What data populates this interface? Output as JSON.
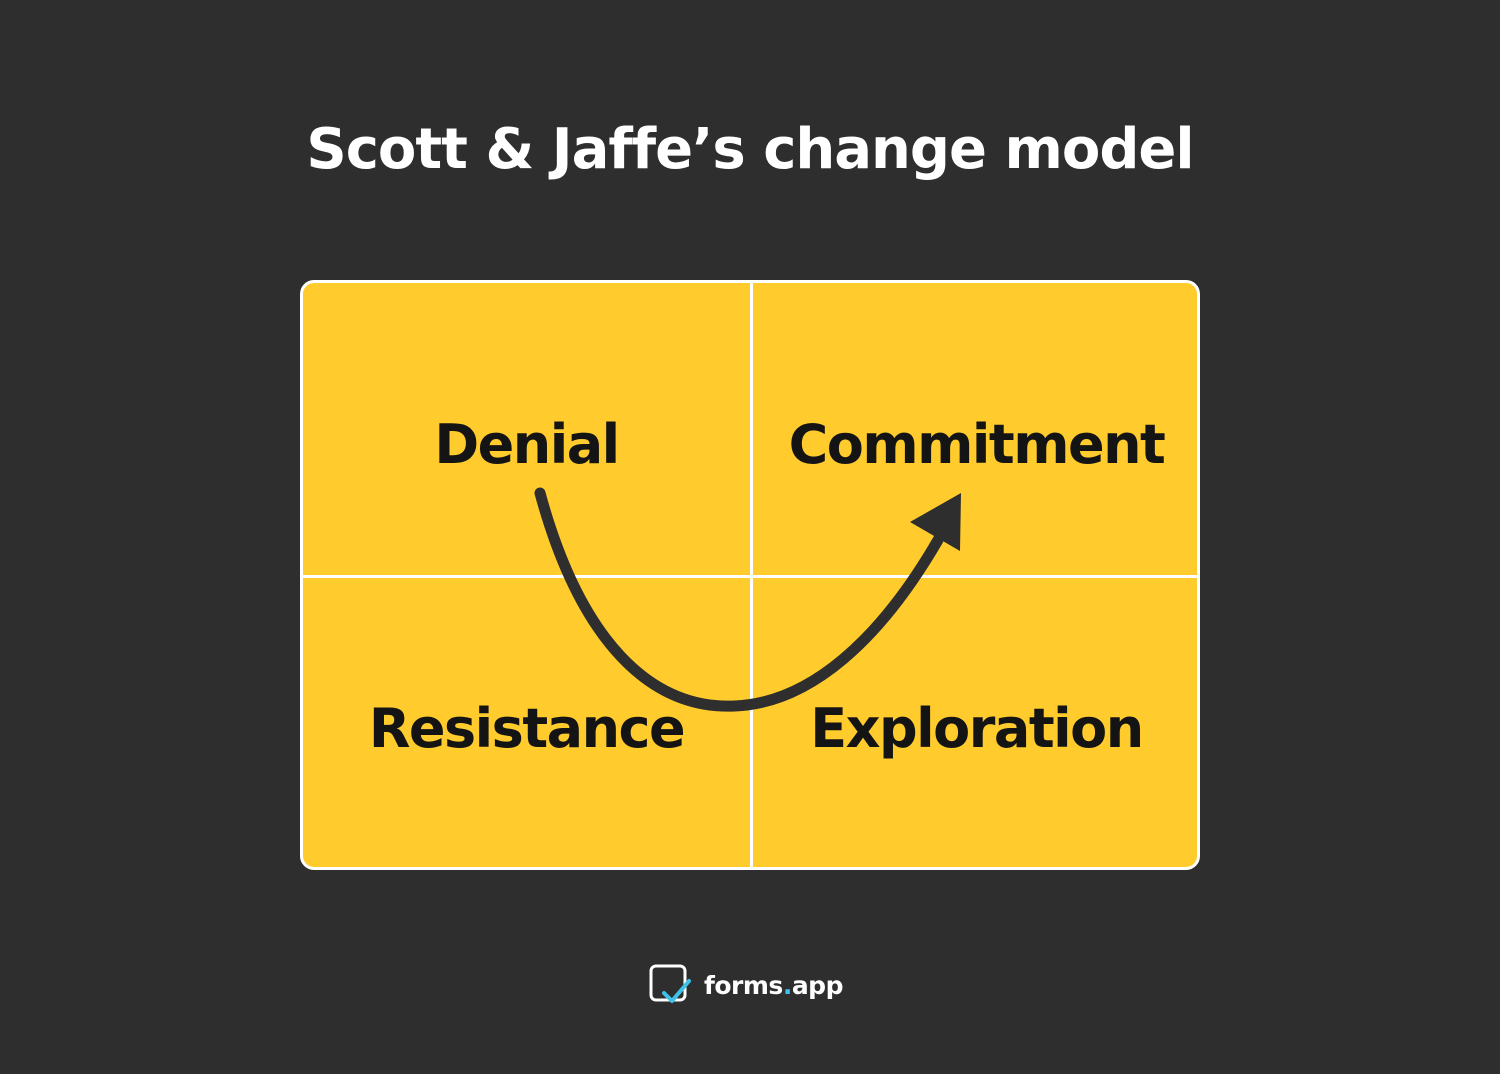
{
  "title": "Scott & Jaffe’s change model",
  "quadrants": {
    "top_left": "Denial",
    "top_right": "Commitment",
    "bottom_left": "Resistance",
    "bottom_right": "Exploration"
  },
  "brand": {
    "name_part1": "forms",
    "dot": ".",
    "name_part2": "app",
    "icon": "forms-app-logo-icon"
  },
  "colors": {
    "background": "#2e2e2e",
    "quadrant_fill": "#ffcb2d",
    "divider": "#ffffff",
    "arrow": "#2e2e2e",
    "brand_accent": "#3ec3e8"
  }
}
